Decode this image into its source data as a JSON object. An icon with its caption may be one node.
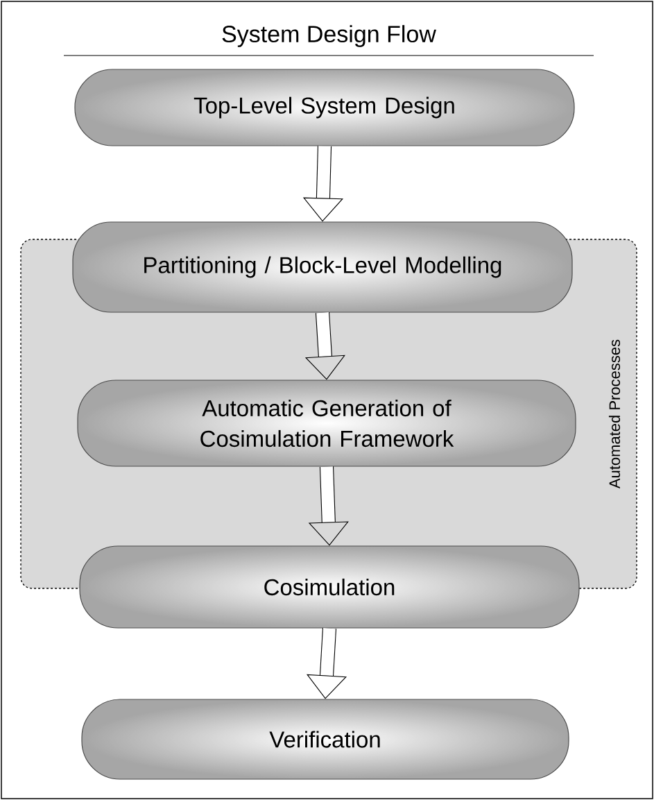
{
  "diagram": {
    "title": "System Design Flow",
    "nodes": [
      {
        "text": [
          "Top-Level System Design"
        ]
      },
      {
        "text": [
          "Automated Processes"
        ]
      },
      {
        "text": [
          "Partitioning / Block-Level Modelling"
        ]
      },
      {
        "text": [
          "Automatic Generation of Cosimulation Framework"
        ],
        "in": 1
      },
      {
        "text": [
          "Cosimulation"
        ]
      },
      {
        "text": [
          "Verification"
        ]
      }
    ],
    "edges": [
      {
        "from": 0,
        "to": 2,
        "arrow": "to"
      },
      {
        "from": 2,
        "to": 3,
        "arrow": "to"
      },
      {
        "from": 3,
        "to": 4,
        "arrow": "to"
      },
      {
        "from": 4,
        "to": 5,
        "arrow": "to"
      }
    ]
  }
}
